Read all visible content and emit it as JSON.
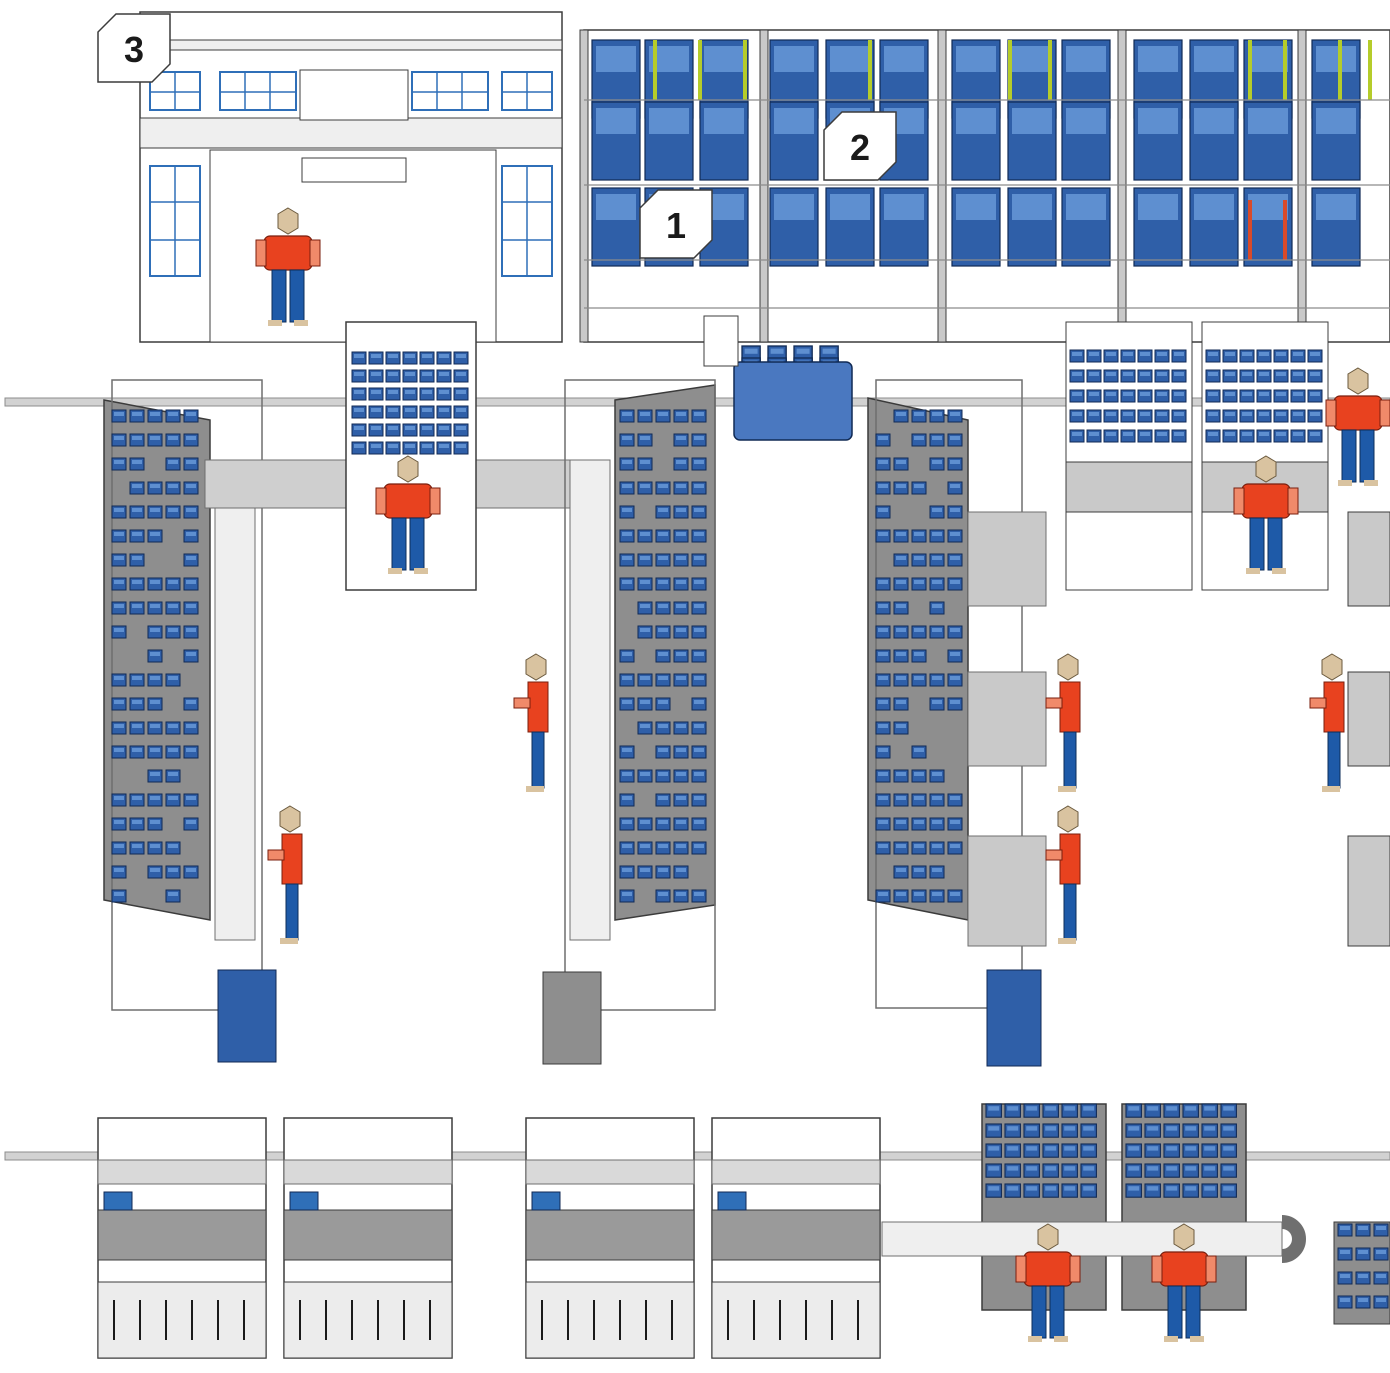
{
  "callouts": [
    {
      "id": "callout-1",
      "label": "1"
    },
    {
      "id": "callout-2",
      "label": "2"
    },
    {
      "id": "callout-3",
      "label": "3"
    }
  ],
  "colors": {
    "bin_blue": "#2f5fa8",
    "bin_blue_light": "#4a78c0",
    "bin_dark": "#1c3f78",
    "frame_grey": "#c9c9c9",
    "panel_grey": "#8a8a8a",
    "table_grey": "#bdbdbd",
    "worker_shirt": "#e8421f",
    "worker_pants": "#1e5aa8",
    "worker_head": "#d9c3a0",
    "rail_green": "#b5cc2a",
    "rail_red": "#d94a2a"
  }
}
